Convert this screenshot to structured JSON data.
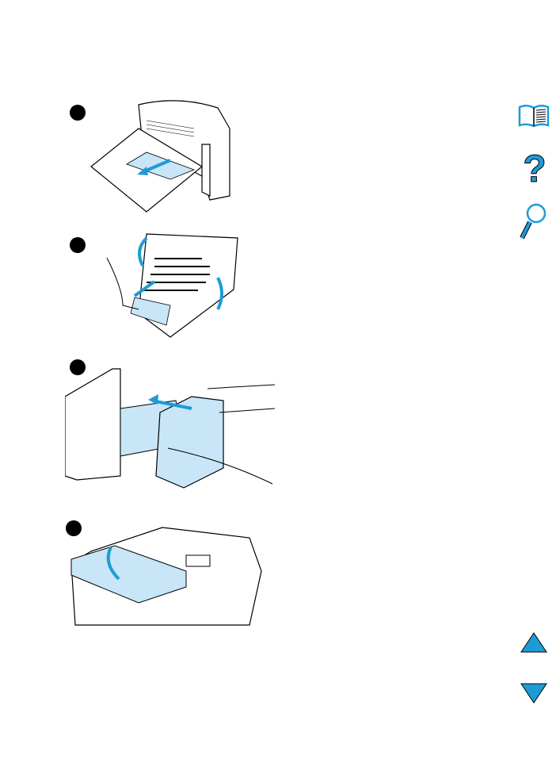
{
  "colors": {
    "accent": "#1e9bd7",
    "paper": "#c8e6f7",
    "line": "#000000"
  },
  "steps": [
    {
      "icon": "step-1-marker",
      "illustration": "remove-jammed-paper-from-duplexer-tray"
    },
    {
      "icon": "step-2-marker",
      "illustration": "open-duplexer-cover-remove-paper"
    },
    {
      "icon": "step-3-marker",
      "illustration": "reinsert-duplexer-into-printer"
    },
    {
      "icon": "step-4-marker",
      "illustration": "open-close-top-cover"
    }
  ],
  "side_nav": [
    {
      "icon": "book-icon",
      "action": "contents"
    },
    {
      "icon": "question-mark-icon",
      "action": "help"
    },
    {
      "icon": "magnifier-icon",
      "action": "search"
    },
    {
      "icon": "triangle-up-icon",
      "action": "previous-page"
    },
    {
      "icon": "triangle-down-icon",
      "action": "next-page"
    }
  ]
}
